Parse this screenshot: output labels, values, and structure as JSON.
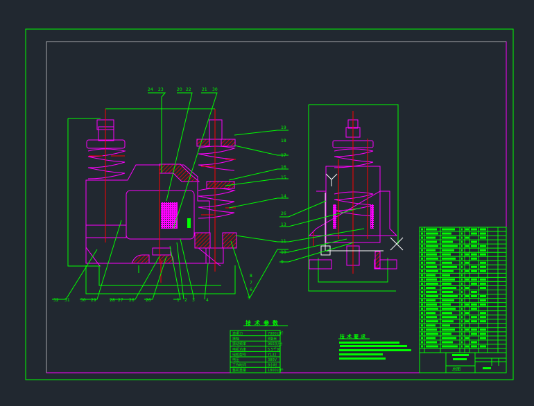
{
  "drawing": {
    "title_block": {
      "drawing_name": "总图"
    },
    "spec_table": {
      "title": "技术参数",
      "rows": [
        {
          "label": "激振力",
          "value": "7000公斤"
        },
        {
          "label": "振幅",
          "value": "8毫米"
        },
        {
          "label": "振动频率",
          "value": "960次/分"
        },
        {
          "label": "电机功率",
          "value": "5.5千瓦"
        },
        {
          "label": "电机型号",
          "value": "Y132"
        },
        {
          "label": "电压",
          "value": "380V"
        },
        {
          "label": "工作时间",
          "value": "8小时"
        },
        {
          "label": "整机重量",
          "value": "1800公斤"
        }
      ]
    },
    "requirements": {
      "title": "技术要求"
    },
    "leaders": {
      "top": [
        "24",
        "23",
        "20",
        "22",
        "21",
        "30"
      ],
      "right": [
        "19",
        "18",
        "17",
        "16",
        "15",
        "14",
        "26",
        "13",
        "11",
        "10",
        "9",
        "8",
        "7",
        "6",
        "5"
      ],
      "bottom": [
        "32",
        "31",
        "30",
        "29",
        "28",
        "27",
        "26",
        "1",
        "2",
        "3",
        "4"
      ]
    },
    "colors": {
      "frame": "#00ff00",
      "part": "#ff00ff",
      "center": "#ff0000",
      "background": "#212830"
    }
  }
}
